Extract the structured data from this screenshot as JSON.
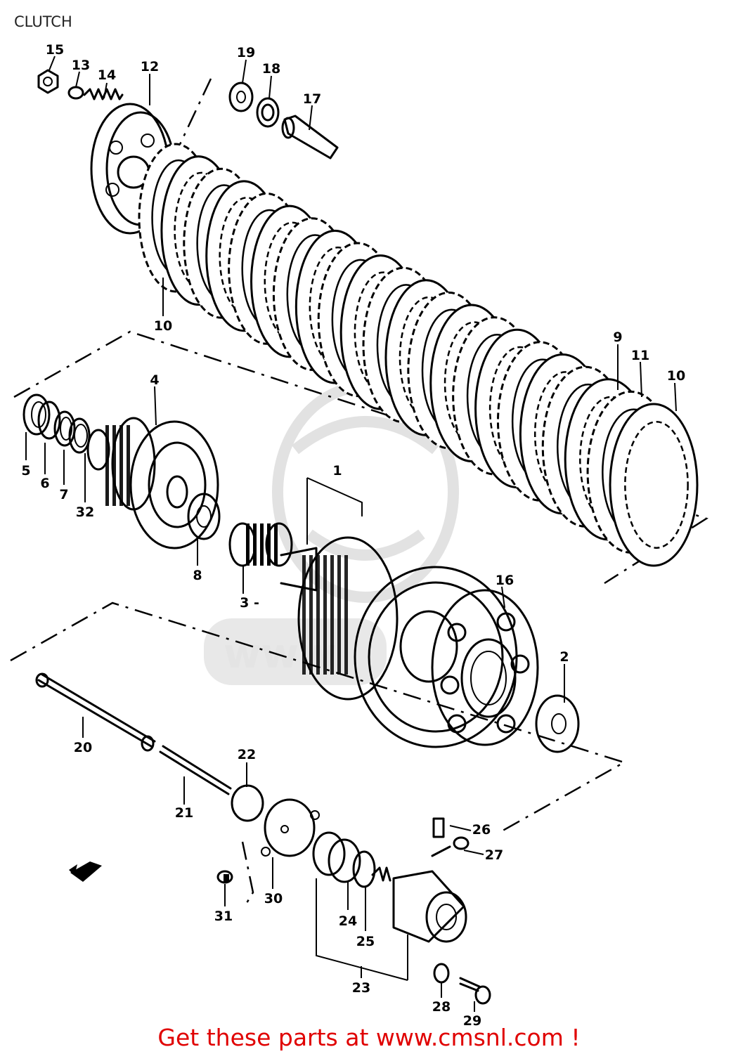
{
  "title": "CLUTCH",
  "footer": {
    "text": "Get these parts at www.cmsnl.com !",
    "color": "#e00000"
  },
  "watermark": {
    "text": "www"
  },
  "callouts": [
    {
      "id": "c15",
      "text": "15"
    },
    {
      "id": "c13",
      "text": "13"
    },
    {
      "id": "c14",
      "text": "14"
    },
    {
      "id": "c12",
      "text": "12"
    },
    {
      "id": "c19",
      "text": "19"
    },
    {
      "id": "c18",
      "text": "18"
    },
    {
      "id": "c17",
      "text": "17"
    },
    {
      "id": "c10a",
      "text": "10"
    },
    {
      "id": "c9",
      "text": "9"
    },
    {
      "id": "c11",
      "text": "11"
    },
    {
      "id": "c10b",
      "text": "10"
    },
    {
      "id": "c4",
      "text": "4"
    },
    {
      "id": "c5",
      "text": "5"
    },
    {
      "id": "c6",
      "text": "6"
    },
    {
      "id": "c7",
      "text": "7"
    },
    {
      "id": "c32",
      "text": "32"
    },
    {
      "id": "c8",
      "text": "8"
    },
    {
      "id": "c1",
      "text": "1"
    },
    {
      "id": "c3",
      "text": "3 -"
    },
    {
      "id": "c16",
      "text": "16"
    },
    {
      "id": "c2",
      "text": "2"
    },
    {
      "id": "c20",
      "text": "20"
    },
    {
      "id": "c22",
      "text": "22"
    },
    {
      "id": "c21",
      "text": "21"
    },
    {
      "id": "c26",
      "text": "26"
    },
    {
      "id": "c27",
      "text": "27"
    },
    {
      "id": "c30",
      "text": "30"
    },
    {
      "id": "c31",
      "text": "31"
    },
    {
      "id": "c24",
      "text": "24"
    },
    {
      "id": "c25",
      "text": "25"
    },
    {
      "id": "c23",
      "text": "23"
    },
    {
      "id": "c28",
      "text": "28"
    },
    {
      "id": "c29",
      "text": "29"
    }
  ]
}
